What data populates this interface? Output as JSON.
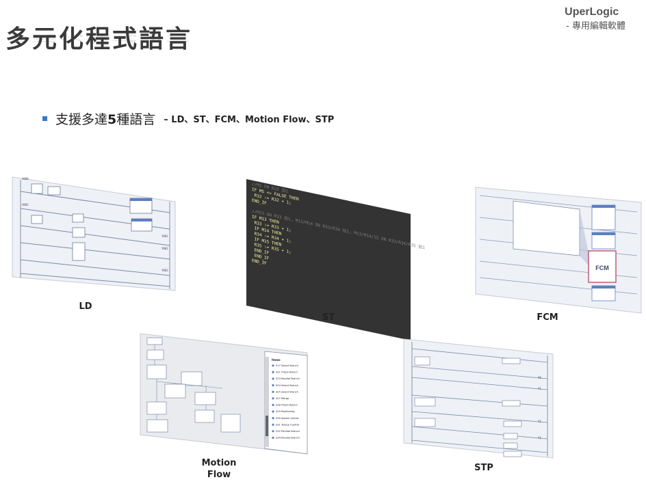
{
  "slide": {
    "title": "多元化程式語言",
    "brand_name": "UperLogic",
    "brand_sub": "- 專用編輯軟體"
  },
  "bullet": {
    "pre": "支援多達",
    "number": "5",
    "post": "種語言",
    "languages": "– LD、ST、FCM、Motion Flow、STP"
  },
  "panels": {
    "ld": {
      "caption": "LD",
      "contacts": [
        "X000",
        "X001"
      ],
      "coils": [
        "Y001",
        "Y002",
        "Y003"
      ]
    },
    "st": {
      "caption": "ST",
      "lines": [
        "//M3 ON R33 加1",
        "IF M5 <> FALSE THEN",
        "  R32 := R32 + 1;",
        "END_IF",
        "",
        "//M13 ON R33 加1, M13/M14 ON R33/R34 加1, M13/M14/15 ON R33/R34/R35 加1",
        "IF M13 THEN",
        "  R33 := R33 + 1;",
        "  IF M14 THEN",
        "    R34 := R34 + 1;",
        "    IF M15 THEN",
        "      R35 := R35 + 1;",
        "    END_IF",
        "  END_IF",
        "END_IF"
      ]
    },
    "fcm": {
      "caption": "FCM",
      "block_label": "FCM"
    },
    "motion": {
      "caption_line1": "Motion",
      "caption_line2": "Flow",
      "list_header": "Items",
      "list_items": [
        "S17 Select Branch",
        "S21 Origin Return",
        "S23 Parallel Branch",
        "S24 Select Branch",
        "S25 Select Branch",
        "S27 Merge",
        "S28 Origin Return",
        "S29 Positioning",
        "S30 Speed Control",
        "S31 Torque Control",
        "S32 Parallel Branch",
        "S34 Parallel Branch"
      ]
    },
    "stp": {
      "caption": "STP",
      "coils": [
        "Y0",
        "Y1",
        "Y2",
        "Y3"
      ]
    }
  }
}
